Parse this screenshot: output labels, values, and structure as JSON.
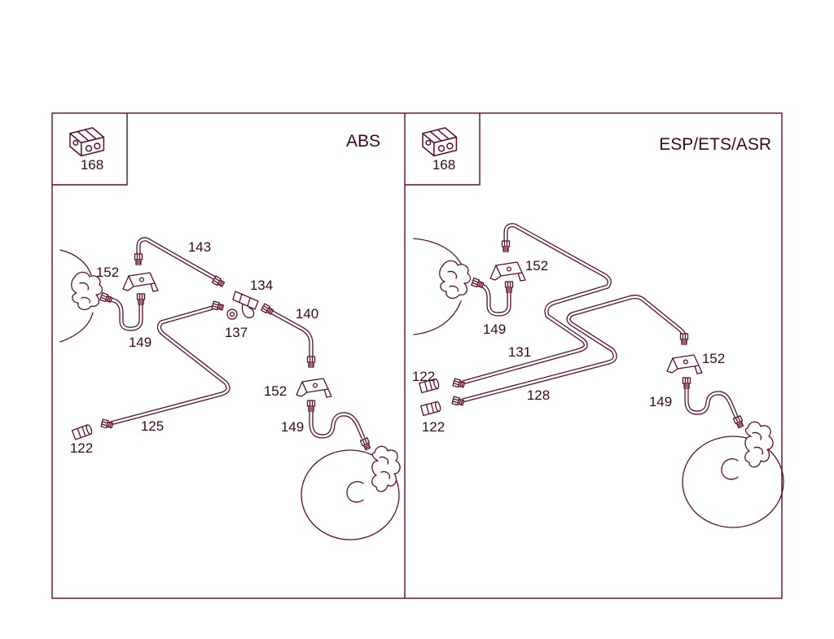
{
  "panels": {
    "abs": {
      "title": "ABS",
      "badge": "168",
      "part_labels": [
        "143",
        "152",
        "134",
        "140",
        "137",
        "149",
        "152",
        "149",
        "125",
        "122"
      ]
    },
    "esp": {
      "title": "ESP/ETS/ASR",
      "badge": "168",
      "part_labels": [
        "152",
        "149",
        "131",
        "122",
        "128",
        "152",
        "149",
        "122"
      ]
    }
  },
  "colors": {
    "line": "#5c0e24",
    "text": "#3a0a14",
    "background": "#ffffff"
  }
}
